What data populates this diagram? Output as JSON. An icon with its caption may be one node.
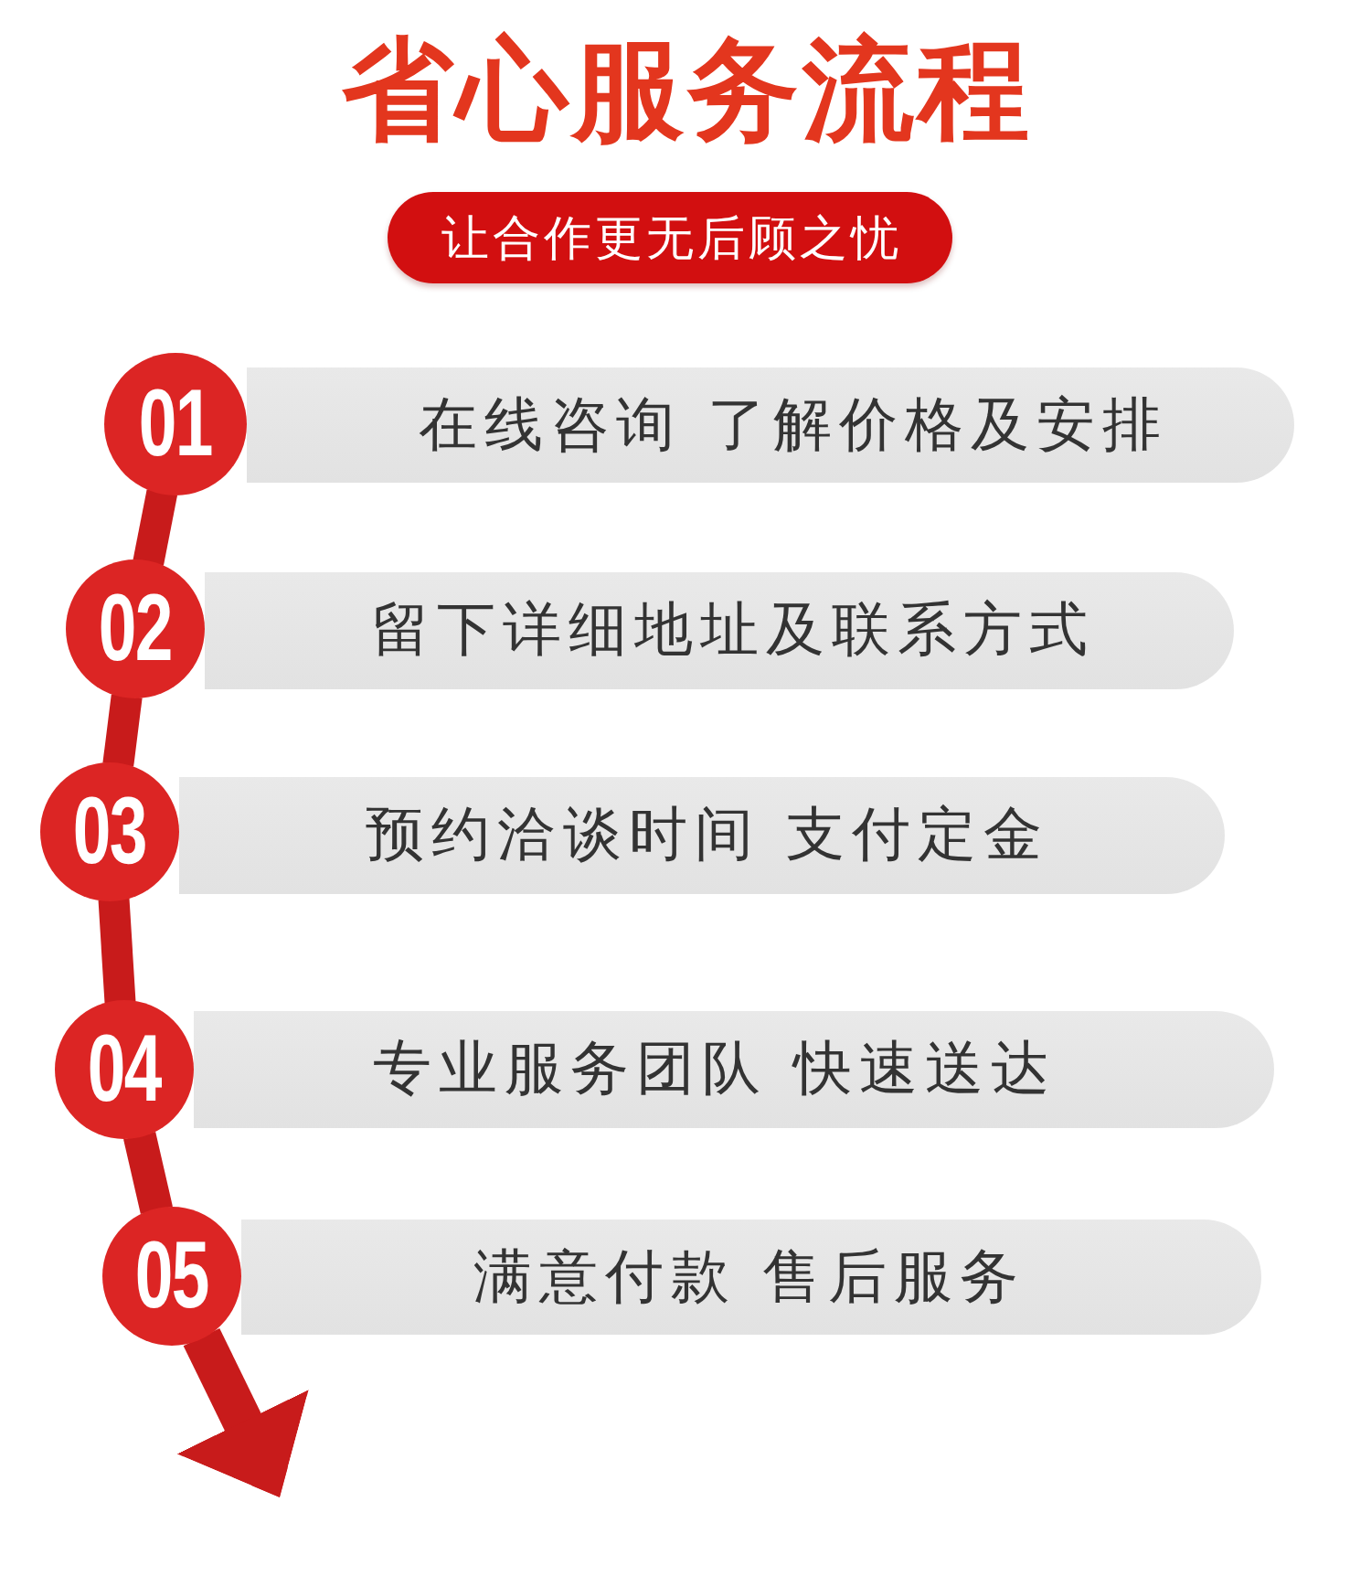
{
  "diagram": {
    "title": "省心服务流程",
    "nodes": [
      {
        "text": [
          "让合作更无后顾之忧"
        ]
      },
      {
        "text": [
          "01"
        ]
      },
      {
        "text": [
          "在线咨询 了解价格及安排"
        ]
      },
      {
        "text": [
          "02"
        ]
      },
      {
        "text": [
          "留下详细地址及联系方式"
        ]
      },
      {
        "text": [
          "03"
        ]
      },
      {
        "text": [
          "预约洽谈时间 支付定金"
        ]
      },
      {
        "text": [
          "04"
        ]
      },
      {
        "text": [
          "专业服务团队 快速送达"
        ]
      },
      {
        "text": [
          "05"
        ]
      },
      {
        "text": [
          "满意付款 售后服务"
        ]
      }
    ],
    "edges": [
      {
        "from": 1,
        "to": 3,
        "arrow": "none"
      },
      {
        "from": 3,
        "to": 5,
        "arrow": "none"
      },
      {
        "from": 5,
        "to": 7,
        "arrow": "none"
      },
      {
        "from": 7,
        "to": 9,
        "arrow": "none"
      },
      {
        "from": 9,
        "to": null,
        "arrow": "to"
      }
    ]
  }
}
